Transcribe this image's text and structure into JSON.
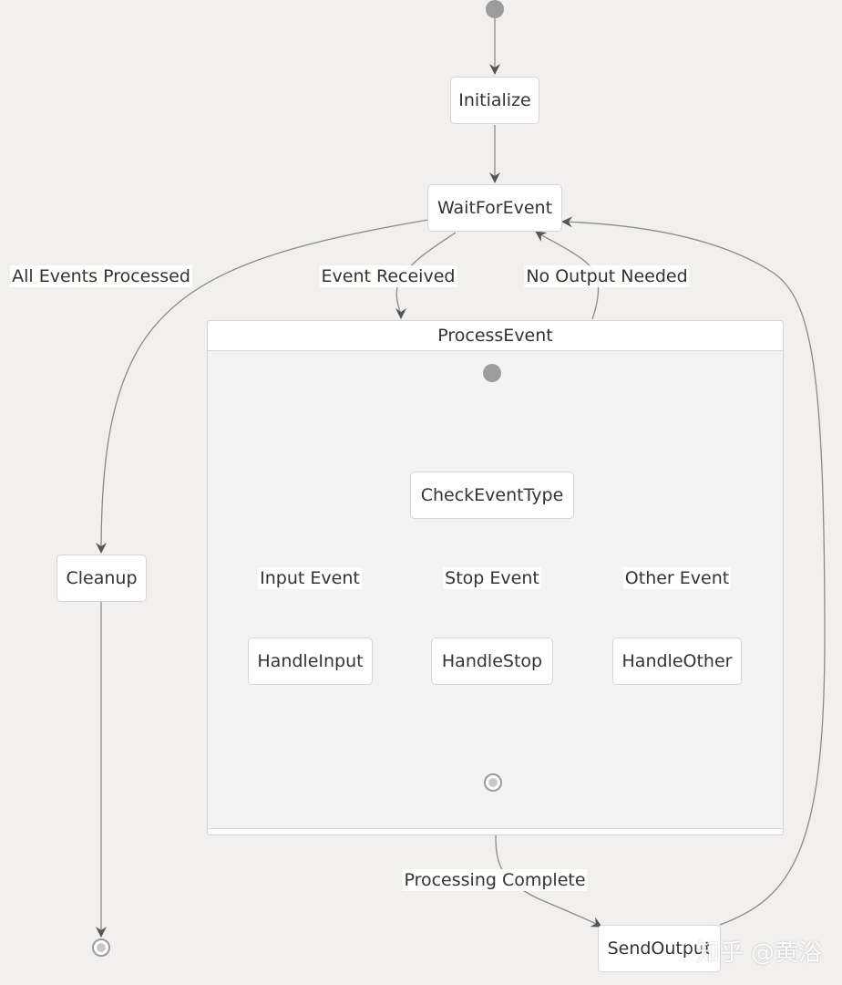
{
  "diagram": {
    "composite_title": "ProcessEvent",
    "states": {
      "initialize": "Initialize",
      "wait_for_event": "WaitForEvent",
      "cleanup": "Cleanup",
      "check_event_type": "CheckEventType",
      "handle_input": "HandleInput",
      "handle_stop": "HandleStop",
      "handle_other": "HandleOther",
      "send_output": "SendOutput"
    },
    "transitions": {
      "all_events_processed": "All Events Processed",
      "event_received": "Event Received",
      "no_output_needed": "No Output Needed",
      "input_event": "Input Event",
      "stop_event": "Stop Event",
      "other_event": "Other Event",
      "processing_complete": "Processing Complete"
    },
    "colors": {
      "background": "#f1f0ee",
      "node_fill": "#ffffff",
      "node_border": "#d6d6d6",
      "edge": "#8a8a8a",
      "start_dot": "#9c9c9c"
    }
  },
  "watermark": "知乎 @黄浴"
}
